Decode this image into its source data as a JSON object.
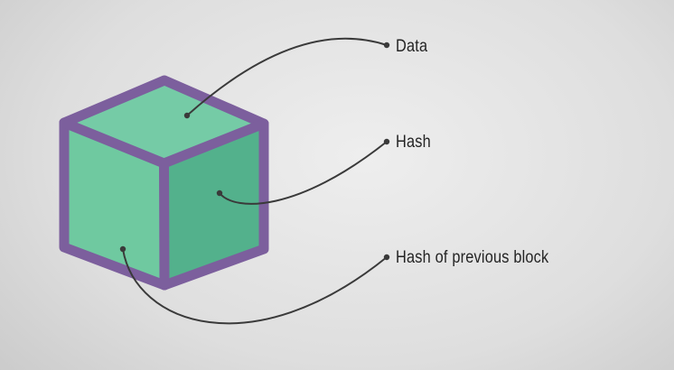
{
  "diagram": {
    "description": "Block cube with three callouts",
    "labels": [
      {
        "id": "data",
        "text": "Data"
      },
      {
        "id": "hash",
        "text": "Hash"
      },
      {
        "id": "hash-of-previous-block",
        "text": "Hash of previous block"
      }
    ]
  },
  "colors": {
    "bg-center": "#eeeeee",
    "bg-mid": "#dedede",
    "bg-edge": "#c3c3c3",
    "cube-outline": "#7c5f9d",
    "face-top": "#75cba6",
    "face-left": "#6fc9a0",
    "face-right": "#53b18c",
    "connector": "#3a3a3a",
    "label-text": "#242424"
  }
}
